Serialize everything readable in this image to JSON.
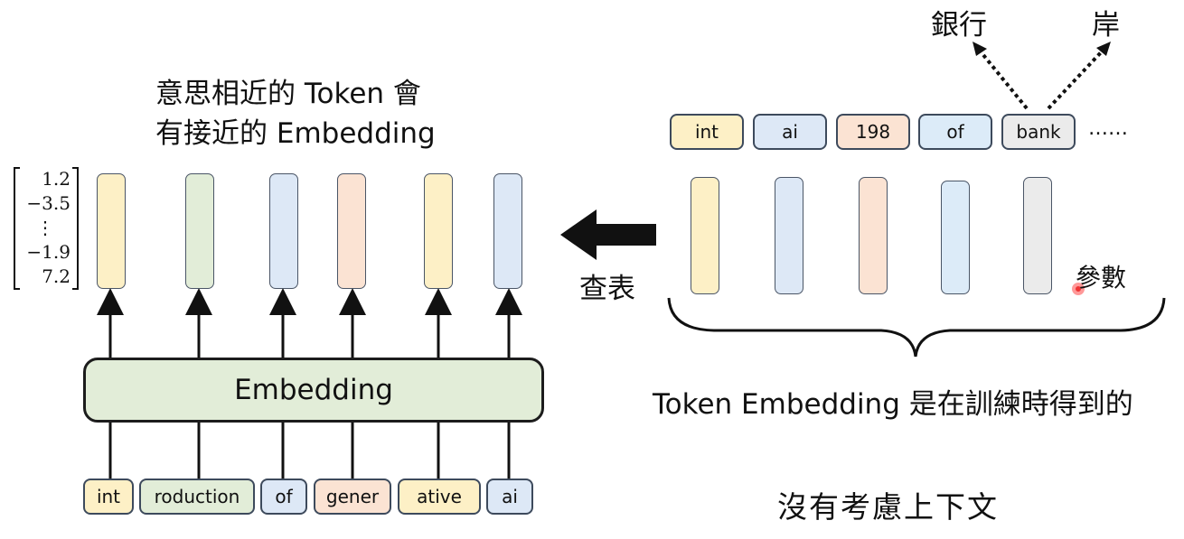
{
  "colors": {
    "yellow": "#fdf0c6",
    "green": "#e2edd8",
    "blue": "#dde8f6",
    "peach": "#fbe3d3",
    "lightblue": "#dcebf8",
    "gray": "#ebebeb"
  },
  "left_caption": {
    "line1": "意思相近的 Token 會",
    "line2": "有接近的 Embedding"
  },
  "vector": [
    "1.2",
    "−3.5",
    "⋮",
    "−1.9",
    "7.2"
  ],
  "embedding_label": "Embedding",
  "input_tokens": [
    {
      "text": "int",
      "color": "yellow"
    },
    {
      "text": "roduction",
      "color": "green"
    },
    {
      "text": "of",
      "color": "blue"
    },
    {
      "text": "gener",
      "color": "peach"
    },
    {
      "text": "ative",
      "color": "yellow"
    },
    {
      "text": "ai",
      "color": "blue"
    }
  ],
  "lookup_label": "查表",
  "vocab_tokens": [
    {
      "text": "int",
      "color": "yellow"
    },
    {
      "text": "ai",
      "color": "blue"
    },
    {
      "text": "198",
      "color": "peach"
    },
    {
      "text": "of",
      "color": "lightblue"
    },
    {
      "text": "bank",
      "color": "gray"
    }
  ],
  "vocab_ellipsis": "……",
  "bank_meanings": {
    "left": "銀行",
    "right": "岸"
  },
  "params_label": "參數",
  "training_note": "Token Embedding 是在訓練時得到的",
  "context_note": "沒有考慮上下文"
}
